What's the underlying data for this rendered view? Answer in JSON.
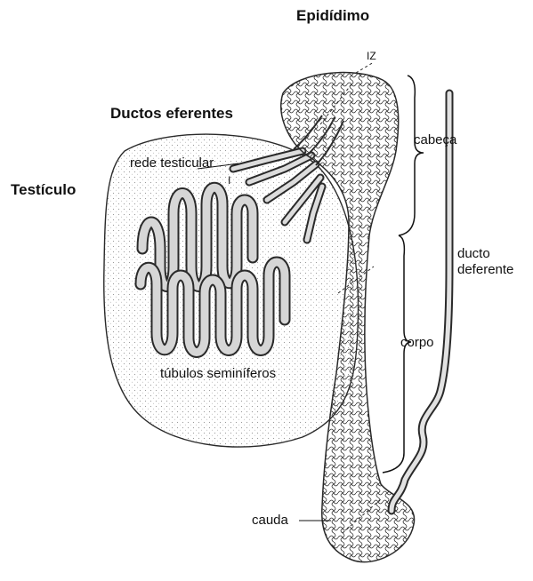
{
  "labels": {
    "epididimo": "Epidídimo",
    "ductos_eferentes": "Ductos eferentes",
    "testiculo": "Testículo",
    "rede_testicular": "rede testicular",
    "cabeca": "cabeça",
    "ducto_deferente_line1": "ducto",
    "ducto_deferente_line2": "deferente",
    "corpo": "corpo",
    "tubulos_seminiferos": "túbulos seminíferos",
    "cauda": "cauda",
    "iz_marker": "IZ",
    "i_marker": "I"
  },
  "colors": {
    "background": "#ffffff",
    "line": "#2a2a2a",
    "tissue_fill": "#d8d8d8",
    "tubule_fill": "#cfcfcf"
  }
}
